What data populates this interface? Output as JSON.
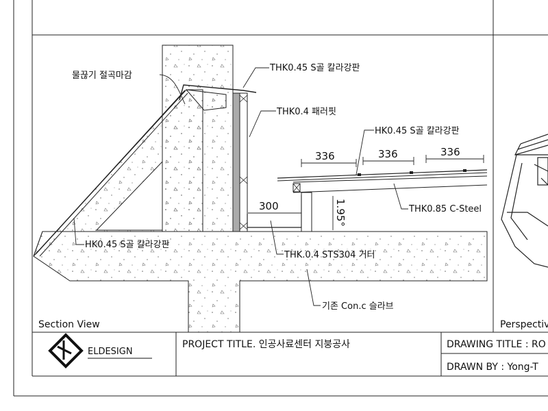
{
  "labels": {
    "drip_edge": "물끊기 절곡마감",
    "top_sheet": "THK0.45 S골 칼라강판",
    "parapet": "THK0.4 패러핏",
    "roof_sheet": "HK0.45 S골 칼라강판",
    "c_steel": "THK0.85 C-Steel",
    "slope_sheet": "HK0.45 S골 칼라강판",
    "gutter": "THK.0.4 STS304 거터",
    "slab": "기존 Con.c 슬라브"
  },
  "dimensions": {
    "spacing1": "336",
    "spacing2": "336",
    "spacing3": "336",
    "gutter_width": "300",
    "angle": "1.95°"
  },
  "views": {
    "section": "Section View",
    "perspective": "Perspectiv"
  },
  "title_block": {
    "logo_text": "ELDESIGN",
    "project_title": "PROJECT TITLE. 인공사료센터 지붕공사",
    "drawing_title": "DRAWING TITLE : RO",
    "drawn_by": "DRAWN BY : Yong-T"
  }
}
